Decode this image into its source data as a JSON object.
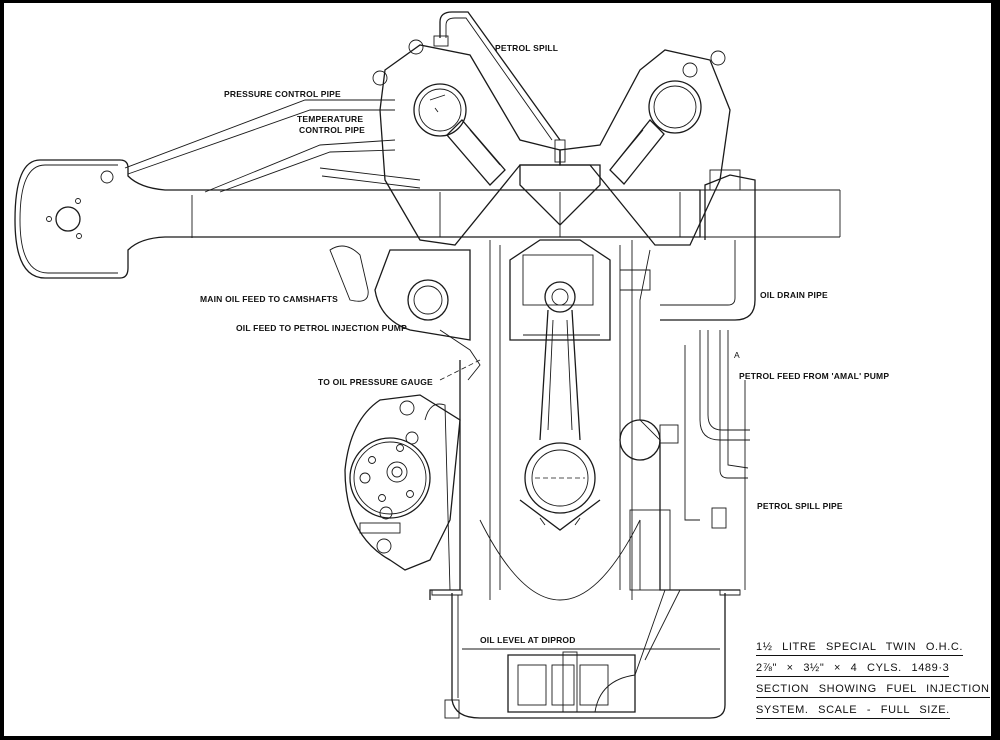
{
  "drawing": {
    "subject": "engine cross-section",
    "labels": {
      "petrol_spill": "PETROL SPILL",
      "pressure_control_pipe": "PRESSURE CONTROL PIPE",
      "temperature_control_pipe_line1": "TEMPERATURE",
      "temperature_control_pipe_line2": "CONTROL PIPE",
      "main_oil_feed": "MAIN OIL FEED TO CAMSHAFTS",
      "oil_feed_pump": "OIL FEED TO PETROL INJECTION PUMP",
      "oil_pressure_gauge": "TO OIL PRESSURE GAUGE",
      "oil_drain_pipe": "OIL DRAIN PIPE",
      "petrol_feed": "PETROL FEED FROM 'AMAL' PUMP",
      "petrol_spill_pipe": "PETROL SPILL PIPE",
      "oil_level": "OIL LEVEL AT DIPROD",
      "section_marker_a": "A"
    },
    "title_block": {
      "line1": "1½ LITRE  SPECIAL  TWIN  O.H.C.",
      "line2": "2⅞\" × 3½\" × 4 CYLS.  1489·3",
      "line3": "SECTION  SHOWING  FUEL  INJECTION",
      "line4": "SYSTEM.  SCALE - FULL SIZE."
    }
  }
}
